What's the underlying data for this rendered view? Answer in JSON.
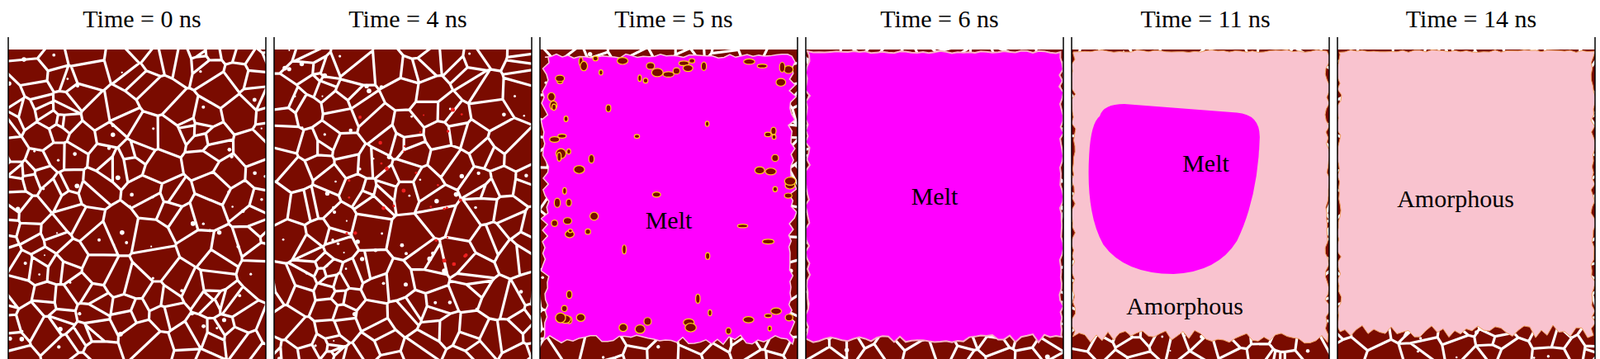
{
  "diagram": {
    "nodes": [
      {
        "text": [
          "Time = 0 ns"
        ]
      },
      {
        "text": [
          "Time = 4 ns"
        ]
      },
      {
        "text": [
          "Time = 5 ns"
        ]
      },
      {
        "text": [
          "Melt"
        ],
        "in": 2
      },
      {
        "text": [
          "Time = 6 ns"
        ]
      },
      {
        "text": [
          "Melt"
        ],
        "in": 4
      },
      {
        "text": [
          "Time = 11 ns"
        ]
      },
      {
        "text": [
          "Amorphous"
        ],
        "in": 6
      },
      {
        "text": [
          "Melt"
        ],
        "in": 7
      },
      {
        "text": [
          "Time = 14 ns"
        ]
      },
      {
        "text": [
          "Amorphous"
        ],
        "in": 9
      }
    ]
  }
}
